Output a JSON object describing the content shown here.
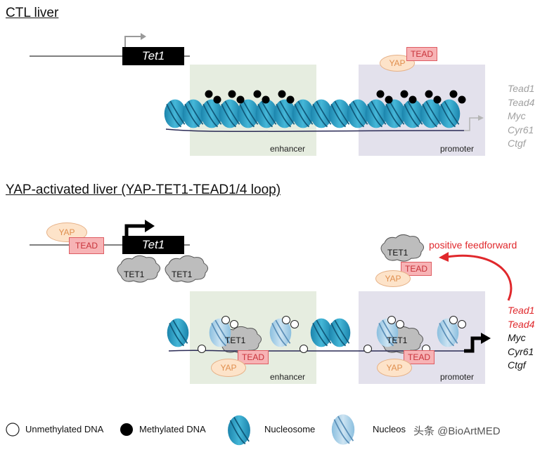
{
  "panel_top": {
    "title": "CTL liver",
    "gene": "Tet1",
    "yap_label": "YAP",
    "tead_label": "TEAD",
    "enhancer_label": "enhancer",
    "promoter_label": "promoter",
    "target_genes": [
      "Tead1",
      "Tead4",
      "Myc",
      "Cyr61",
      "Ctgf"
    ]
  },
  "panel_bottom": {
    "title": "YAP-activated liver (YAP-TET1-TEAD1/4 loop)",
    "gene": "Tet1",
    "yap_label": "YAP",
    "tead_label": "TEAD",
    "tet1_label": "TET1",
    "feedforward_label": "positive feedforward",
    "enhancer_label": "enhancer",
    "promoter_label": "promoter",
    "target_genes": [
      "Tead1",
      "Tead4",
      "Myc",
      "Cyr61",
      "Ctgf"
    ]
  },
  "legend": {
    "unmethylated": "Unmethylated DNA",
    "methylated": "Methylated DNA",
    "nucleosome": "Nucleosome",
    "nucleosome_partial": "Nucleos"
  },
  "watermark": "头条 @BioArtMED",
  "colors": {
    "enhancer_bg": "#e6ede0",
    "promoter_bg": "#e3e1ec",
    "nucleosome": "#2fa3c6",
    "nucleosome_light": "#a9cfe6",
    "tead_fill": "#f7b3b5",
    "yap_fill": "#fde3c9",
    "feedforward_red": "#e0282c",
    "inactive_gene_gray": "#a0a0a0"
  }
}
